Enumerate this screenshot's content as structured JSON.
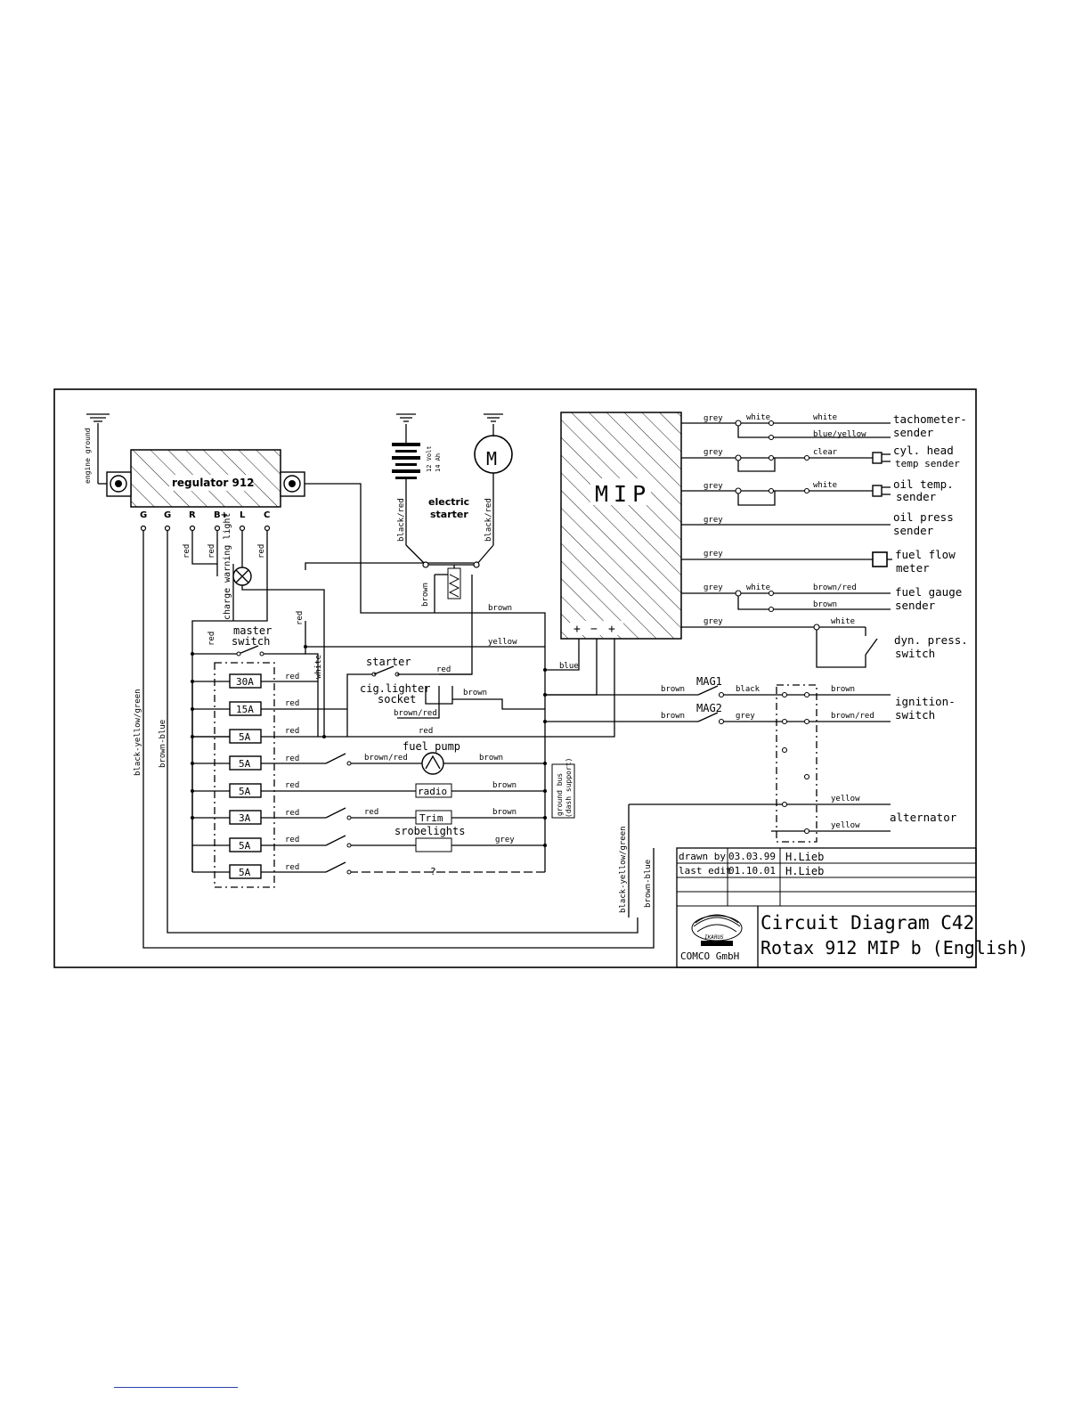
{
  "regulator": {
    "title": "regulator 912",
    "terminals": [
      "G",
      "G",
      "R",
      "B+",
      "L",
      "C"
    ],
    "engine_ground": "engine ground"
  },
  "mip": {
    "label": "MIP",
    "polarity": [
      "+",
      "−",
      "+"
    ]
  },
  "battery": {
    "volt": "12 Volt",
    "capacity": "14 Ah"
  },
  "starter_motor": {
    "symbol": "M",
    "label1": "electric",
    "label2": "starter"
  },
  "wires": {
    "red": "red",
    "brown": "brown",
    "yellow": "yellow",
    "blue": "blue",
    "white": "white",
    "grey": "grey",
    "black": "black",
    "clear": "clear",
    "black_red": "black/red",
    "brown_red": "brown/red",
    "blue_yellow": "blue/yellow",
    "brown_blue": "brown-blue",
    "black_yellow_green": "black-yellow/green",
    "charge_warning_light": "charge warning light"
  },
  "switches": {
    "master1": "master",
    "master2": "switch",
    "starter": "starter",
    "cig1": "cig.lighter",
    "cig2": "socket",
    "fuel_pump": "fuel pump",
    "radio": "radio",
    "trim": "Trim",
    "strobe": "srobelights",
    "unknown": "?",
    "mag1": "MAG1",
    "mag2": "MAG2"
  },
  "fuses": [
    "30A",
    "15A",
    "5A",
    "5A",
    "5A",
    "3A",
    "5A",
    "5A"
  ],
  "ground_bus": {
    "line1": "ground bus",
    "line2": "(dash support)"
  },
  "sensors": {
    "tach1": "tachometer-",
    "tach2": "sender",
    "cht1": "cyl. head",
    "cht2": "temp sender",
    "oilt1": "oil temp.",
    "oilt2": "sender",
    "oilp1": "oil press",
    "oilp2": "sender",
    "flow1": "fuel flow",
    "flow2": "meter",
    "gauge1": "fuel gauge",
    "gauge2": "sender",
    "dyn1": "dyn. press.",
    "dyn2": "switch",
    "ign1": "ignition-",
    "ign2": "switch",
    "alt": "alternator"
  },
  "title_block": {
    "drawn_by_label": "drawn by",
    "drawn_date": "03.03.99",
    "drawn_name": "H.Lieb",
    "last_edit_label": "last edit",
    "edit_date": "01.10.01",
    "edit_name": "H.Lieb",
    "company": "COMCO GmbH",
    "title1": "Circuit Diagram C42",
    "title2": "Rotax 912 MIP b (English)"
  }
}
